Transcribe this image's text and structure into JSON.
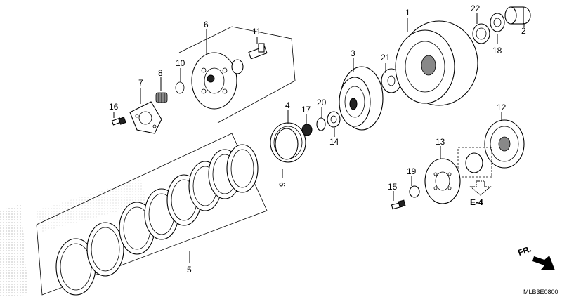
{
  "diagram": {
    "drawing_code": "MLB3E0800",
    "direction_label": "FR.",
    "reference_label": "E-4",
    "part_numbers": [
      "1",
      "2",
      "3",
      "4",
      "5",
      "6",
      "7",
      "8",
      "9",
      "10",
      "11",
      "12",
      "13",
      "14",
      "15",
      "16",
      "17",
      "18",
      "19",
      "20",
      "21",
      "22"
    ]
  }
}
